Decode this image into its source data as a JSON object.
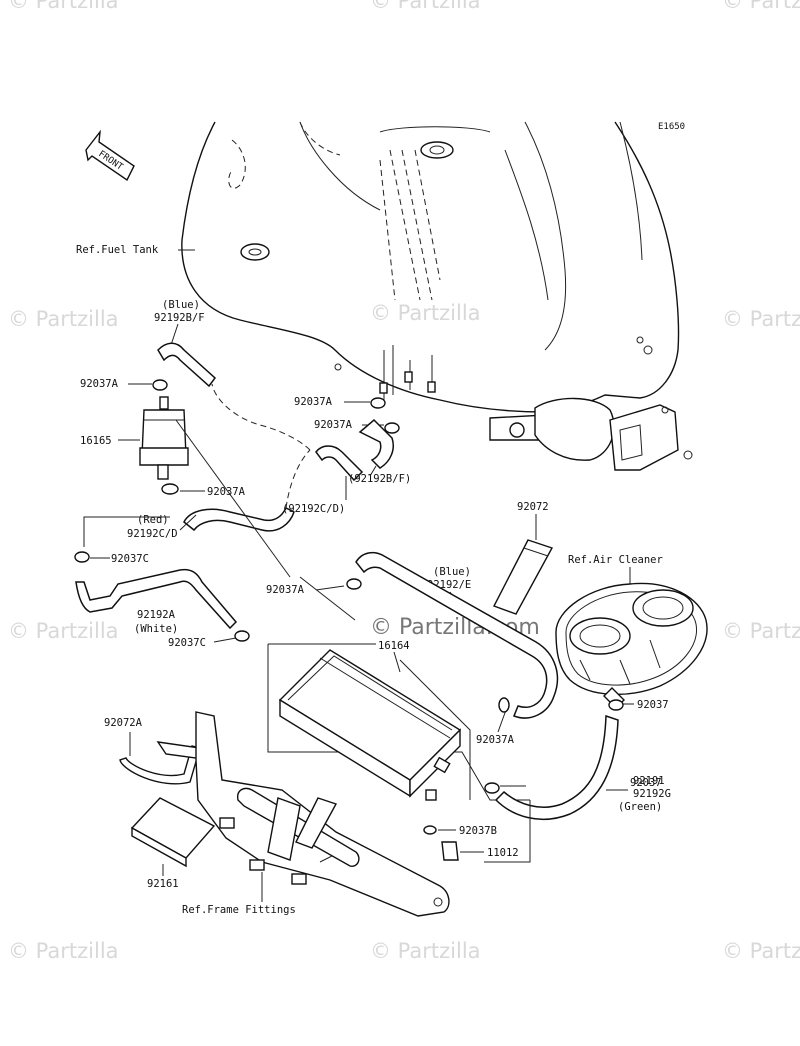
{
  "diagram_code": "E1650",
  "front_arrow": "FRONT",
  "watermark": "© Partzilla",
  "watermark_main": "© Partzilla.com",
  "labels": {
    "fuel_tank": "Ref.Fuel Tank",
    "blue_1": "(Blue)",
    "p92192bf": "92192B/F",
    "p92037a_1": "92037A",
    "p16165": "16165",
    "p92037a_2": "92037A",
    "red": "(Red)",
    "p92192cd": "92192C/D",
    "p92037c_1": "92037C",
    "p92192a": "92192A",
    "white": "(White)",
    "p92037c_2": "92037C",
    "p92037a_3": "92037A",
    "p92037a_4": "92037A",
    "p92192bf_paren": "(92192B/F)",
    "p92192cd_paren": "(92192C/D)",
    "p92037a_5": "92037A",
    "p92072": "92072",
    "blue_2": "(Blue)",
    "p92192e": "92192/E",
    "air_cleaner": "Ref.Air Cleaner",
    "p16164": "16164",
    "p92037_1": "92037",
    "p92037a_6": "92037A",
    "p92072a": "92072A",
    "p92037_2": "92037",
    "p92191": "92191",
    "p92192g": "92192G",
    "green": "(Green)",
    "p92037b": "92037B",
    "p11012": "11012",
    "p92161": "92161",
    "frame_fittings": "Ref.Frame Fittings"
  }
}
